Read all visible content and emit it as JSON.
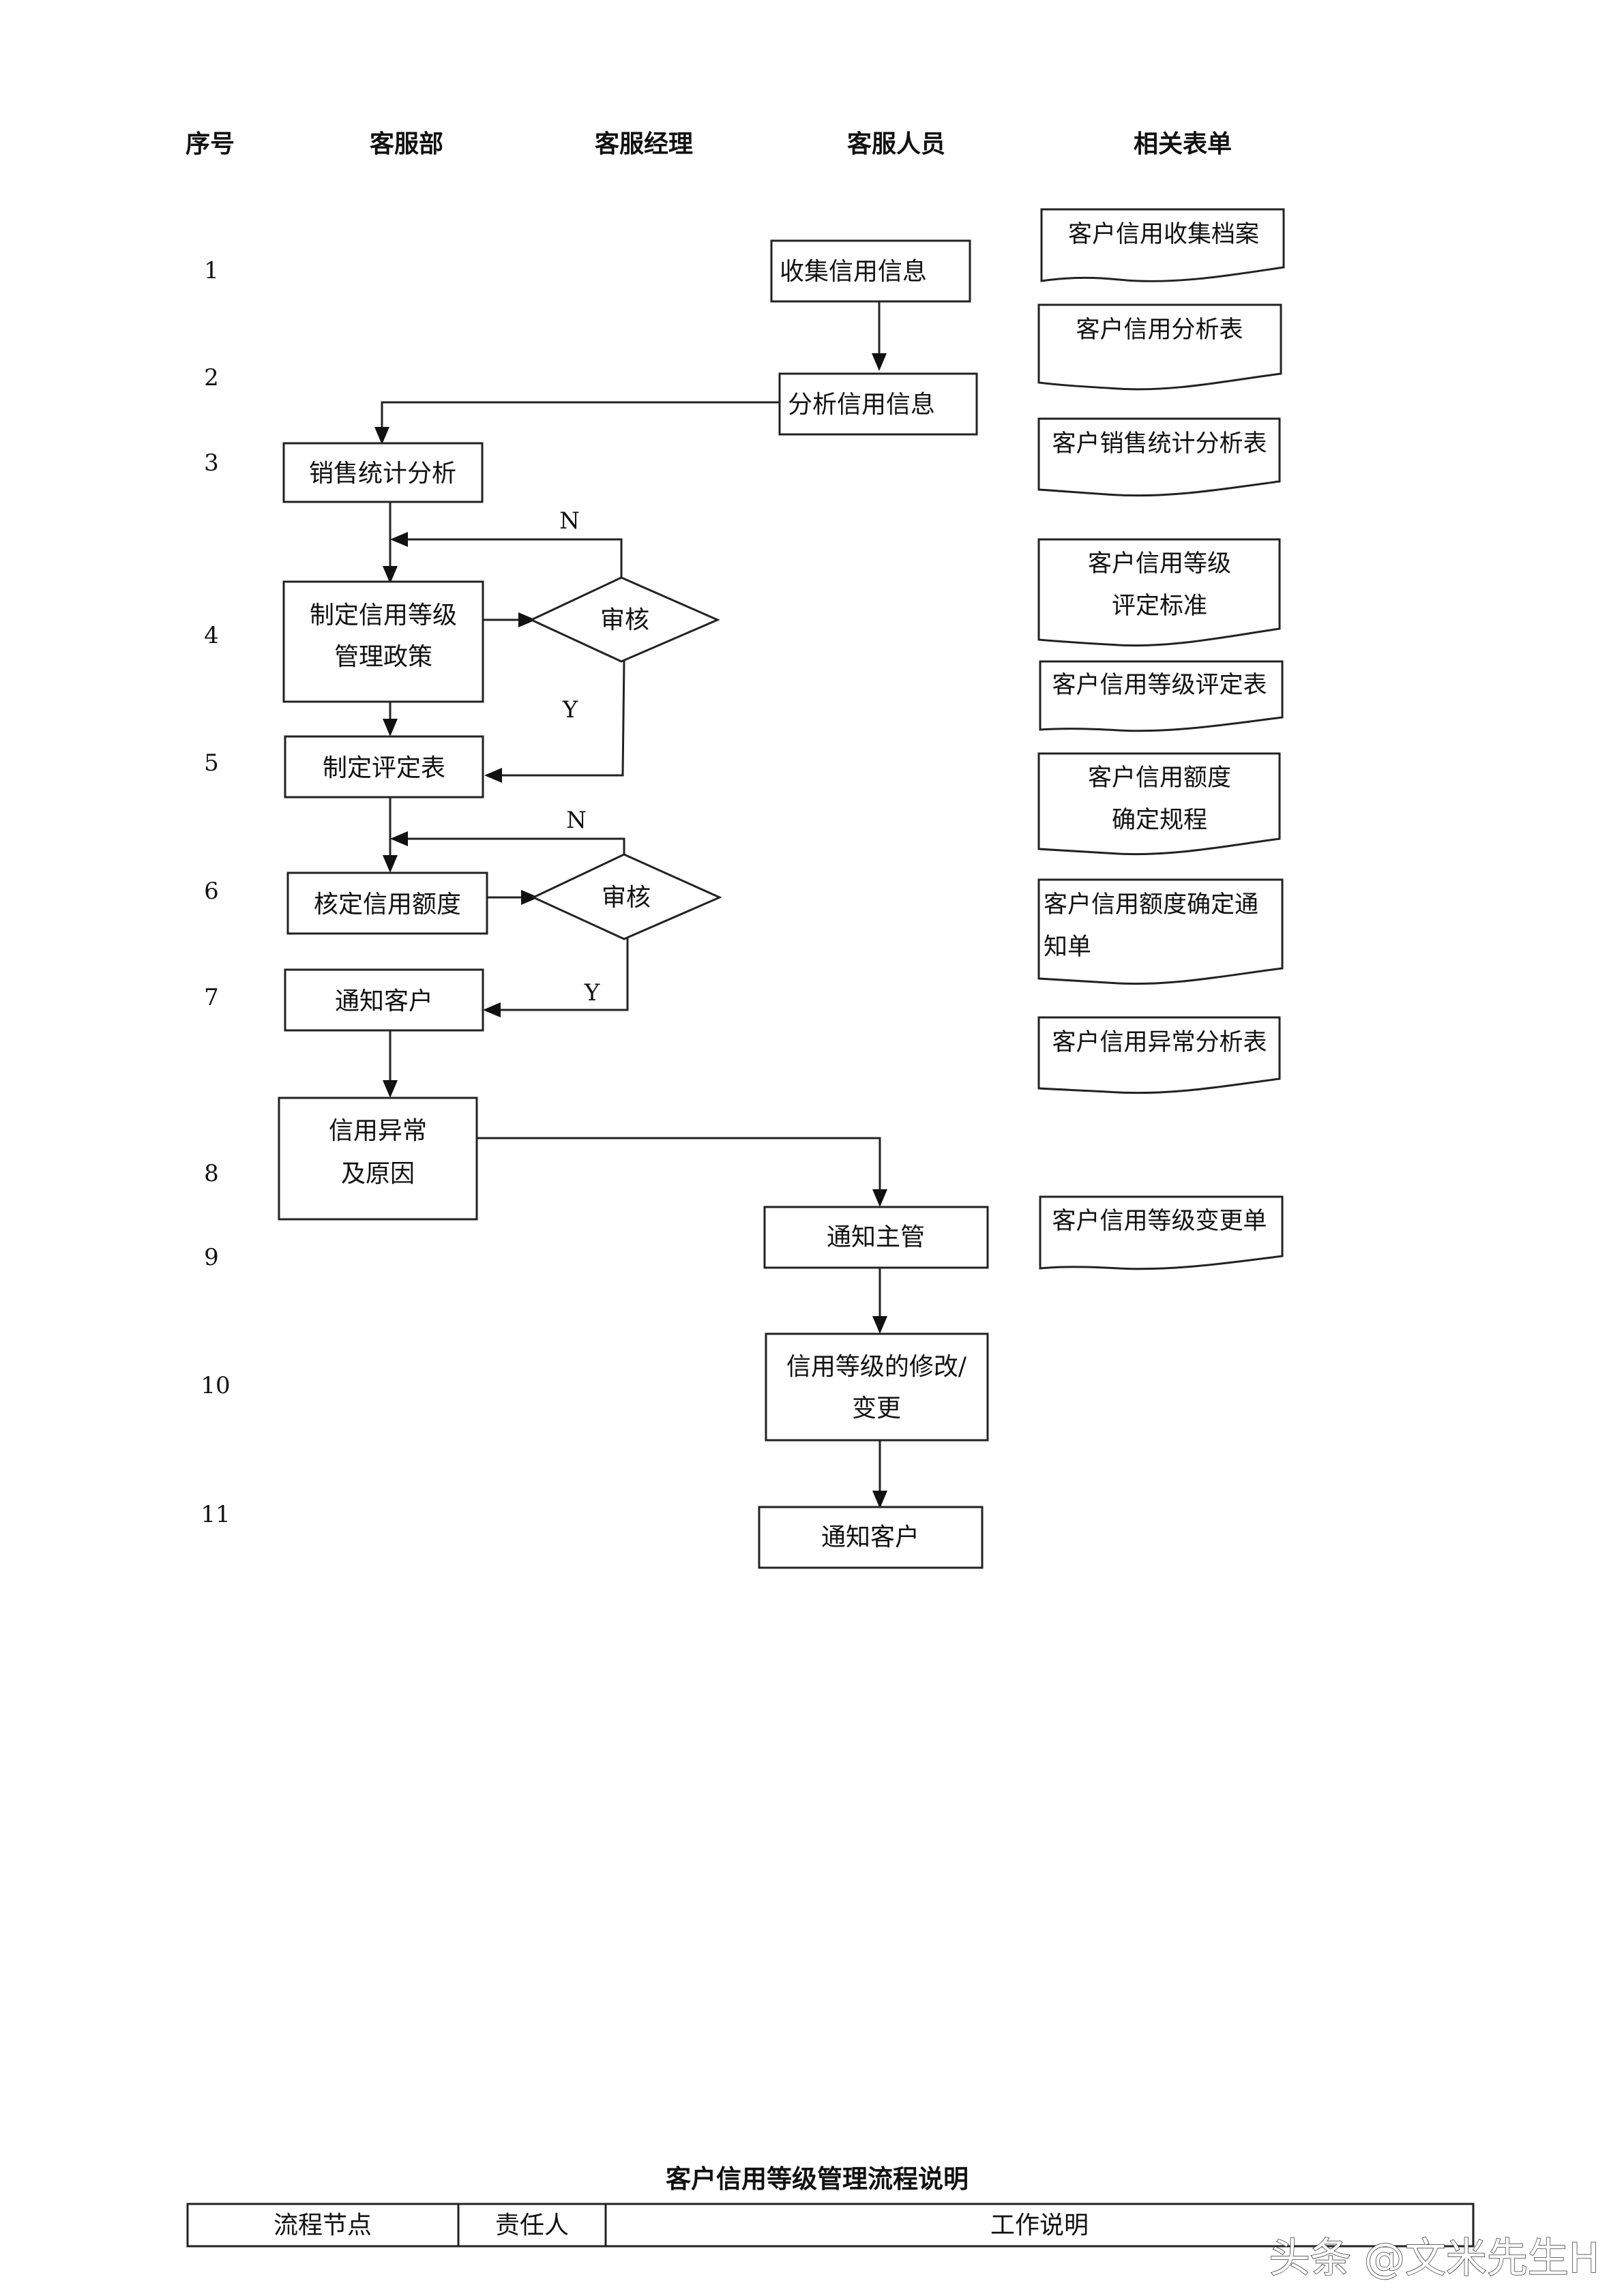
{
  "header": {
    "col_seq": "序号",
    "col_dept": "客服部",
    "col_manager": "客服经理",
    "col_staff": "客服人员",
    "col_forms": "相关表单"
  },
  "rows": [
    "1",
    "2",
    "3",
    "4",
    "5",
    "6",
    "7",
    "8",
    "9",
    "10",
    "11"
  ],
  "steps": {
    "collect": "收集信用信息",
    "analyze": "分析信用信息",
    "sales": "销售统计分析",
    "policy_1": "制定信用等级",
    "policy_2": "管理政策",
    "review1": "审核",
    "table": "制定评定表",
    "quota": "核定信用额度",
    "review2": "审核",
    "notify1": "通知客户",
    "abnormal_1": "信用异常",
    "abnormal_2": "及原因",
    "supervisor": "通知主管",
    "modify_1": "信用等级的修改/",
    "modify_2": "变更",
    "notify2": "通知客户"
  },
  "decisions": {
    "no": "N",
    "yes": "Y"
  },
  "forms": {
    "f1": "客户信用收集档案",
    "f2": "客户信用分析表",
    "f3": "客户销售统计分析表",
    "f4_1": "客户信用等级",
    "f4_2": "评定标准",
    "f5": "客户信用等级评定表",
    "f6_1": "客户信用额度",
    "f6_2": "确定规程",
    "f7_1": "客户信用额度确定通",
    "f7_2": "知单",
    "f8": "客户信用异常分析表",
    "f9": "客户信用等级变更单"
  },
  "explain": {
    "title": "客户信用等级管理流程说明",
    "headers": [
      "流程节点",
      "责任人",
      "工作说明"
    ]
  },
  "watermark": "头条 @文米先生H"
}
